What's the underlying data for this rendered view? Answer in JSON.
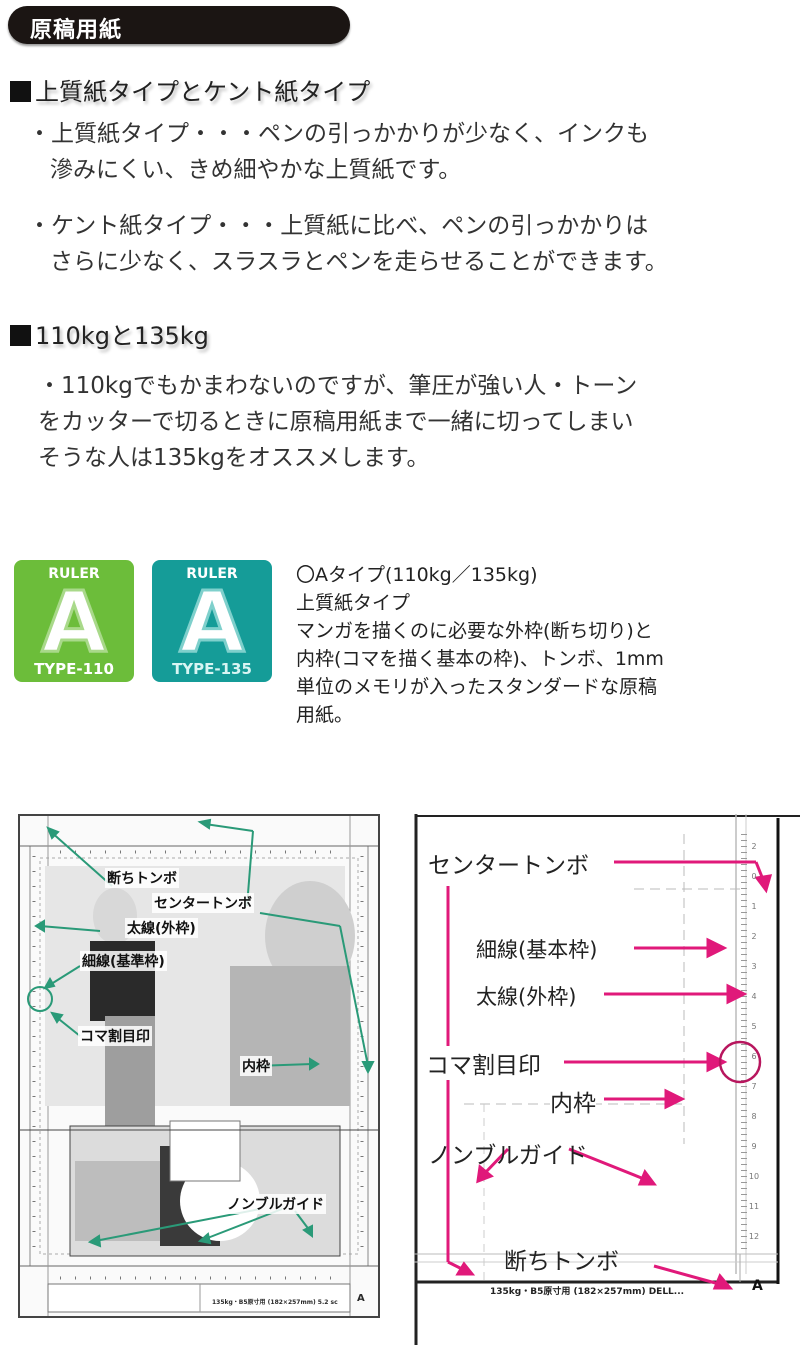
{
  "header": {
    "title": "原稿用紙"
  },
  "sections": [
    {
      "heading": "上質紙タイプとケント紙タイプ",
      "paragraphs": [
        [
          "・上質紙タイプ・・・ペンの引っかかりが少なく、インクも",
          "滲みにくい、きめ細やかな上質紙です。"
        ],
        [
          "・ケント紙タイプ・・・上質紙に比べ、ペンの引っかかりは",
          "さらに少なく、スラスラとペンを走らせることができます。"
        ]
      ]
    },
    {
      "heading": "110kgと135kg",
      "paragraphs": [
        [
          "・110kgでもかまわないのですが、筆圧が強い人・トーン",
          "をカッターで切るときに原稿用紙まで一緒に切ってしまい",
          "そうな人は135kgをオススメします。"
        ]
      ]
    }
  ],
  "badges": [
    {
      "top": "RULER",
      "letter": "A",
      "bottom": "TYPE-110",
      "color": "#6cbd3a"
    },
    {
      "top": "RULER",
      "letter": "A",
      "bottom": "TYPE-135",
      "color": "#159c98"
    }
  ],
  "product": {
    "title": "〇Aタイプ(110kg／135kg)",
    "paper_type": "上質紙タイプ",
    "description": [
      "マンガを描くのに必要な外枠(断ち切り)と",
      "内枠(コマを描く基本の枠)、トンボ、1mm",
      "単位のメモリが入ったスタンダードな原稿",
      "用紙。"
    ]
  },
  "left_diagram": {
    "labels": {
      "trim_tombo": "断ちトンボ",
      "center_tombo": "センタートンボ",
      "thick_line": "太線(外枠)",
      "thin_line": "細線(基準枠)",
      "panel_mark": "コマ割目印",
      "inner_frame": "内枠",
      "nombre_guide": "ノンブルガイド"
    },
    "footer_text": "135kg・B5原寸用 (182×257mm) 5.2 sc",
    "corner_letter": "A",
    "arrow_color": "#2a9a78"
  },
  "right_diagram": {
    "labels": {
      "center_tombo": "センタートンボ",
      "thin_line": "細線(基本枠)",
      "thick_line": "太線(外枠)",
      "panel_mark": "コマ割目印",
      "inner_frame": "内枠",
      "nombre_guide": "ノンブルガイド",
      "trim_tombo": "断ちトンボ"
    },
    "ruler_numbers": [
      "2",
      "0",
      "1",
      "2",
      "3",
      "4",
      "5",
      "6",
      "7",
      "8",
      "9",
      "10",
      "11",
      "12"
    ],
    "footer_text": "135kg・B5原寸用 (182×257mm) DELL...",
    "corner_letter": "A",
    "arrow_color": "#e0197a"
  }
}
